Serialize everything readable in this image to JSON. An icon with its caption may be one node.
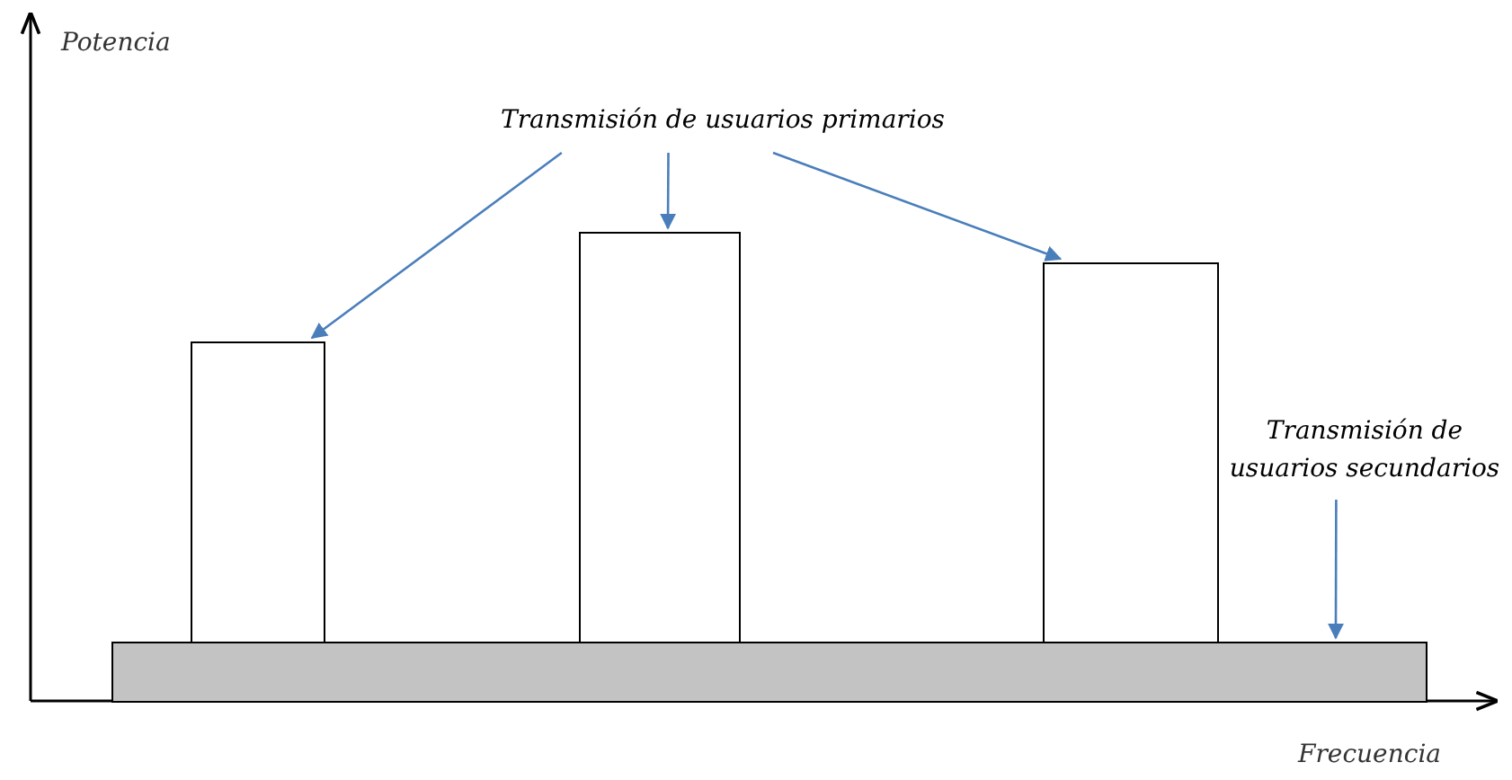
{
  "diagram": {
    "nodes": [
      {
        "text": [
          "Transmisión de usuarios primarios"
        ]
      },
      {
        "text": [],
        "shape": "bar"
      },
      {
        "text": [],
        "shape": "bar"
      },
      {
        "text": [],
        "shape": "bar"
      },
      {
        "text": [
          "Transmisión de usuarios secundarios"
        ]
      },
      {
        "text": [],
        "shape": "bar"
      }
    ],
    "edges": [
      {
        "from": 0,
        "to": 1,
        "arrow": "to"
      },
      {
        "from": 0,
        "to": 2,
        "arrow": "to"
      },
      {
        "from": 0,
        "to": 3,
        "arrow": "to"
      },
      {
        "from": 4,
        "to": 5,
        "arrow": "to"
      }
    ],
    "labels": [
      "Potencia",
      "Frecuencia"
    ]
  }
}
